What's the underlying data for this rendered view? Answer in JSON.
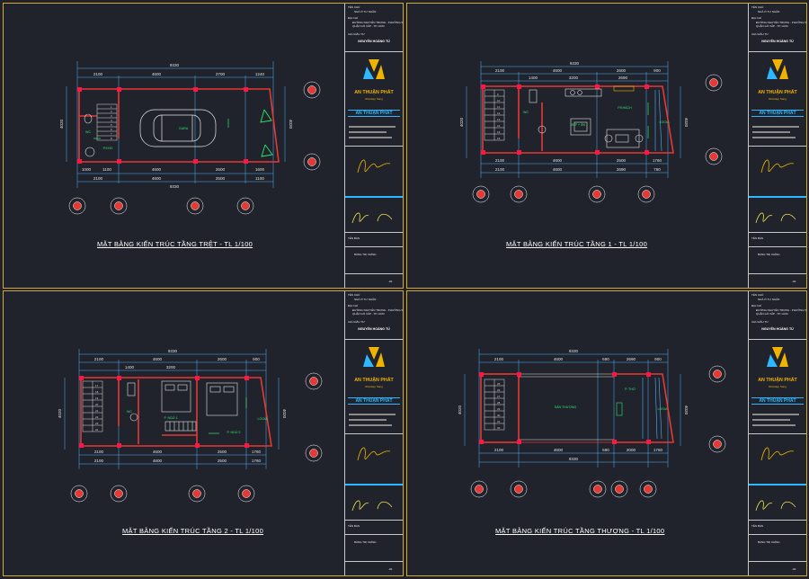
{
  "titleblock": {
    "label_owner": "TÊN CHỦ",
    "project": "NHÀ Ở TƯ NHÂN",
    "label_address": "ĐỊA CHỈ",
    "address_line1": "ĐƯỜNG NGUYỄN TRỌNG - PHƯỜNG 5",
    "address_line2": "QUẬN GÒ VẤP - TP. HCM",
    "label_designer": "CHỦ ĐẦU TƯ",
    "owner_name": "NGUYỄN HOÀNG TÚ",
    "brand": "AN THUẬN PHÁT",
    "slogan": "Nhà Đẹp Sang",
    "brand_secondary": "AN THUẬN PHÁT",
    "label_drawing_no": "TÊN BẢN",
    "label_scale": "BẢNG TRỊ CHÍNH",
    "page_no": "-02"
  },
  "sheets": [
    {
      "title": "MẶT BẰNG KIẾN TRÚC TẦNG TRỆT - TL 1/100",
      "dims_top": [
        "9330",
        "2100",
        "4600",
        "2700",
        "1240"
      ],
      "dims_bottom": [
        "1000",
        "1100",
        "4600",
        "2600",
        "1600",
        "2100",
        "4600",
        "2500",
        "1100",
        "9330"
      ],
      "dims_side": [
        "4020",
        "4020"
      ],
      "rooms": [
        "GARA",
        "WC",
        "P.KHO"
      ],
      "stair_numbers": [
        "1",
        "2",
        "3",
        "4",
        "5",
        "6",
        "7",
        "8"
      ]
    },
    {
      "title": "MẶT BẰNG KIẾN TRÚC TẦNG 1 - TL 1/100",
      "dims_top": [
        "9330",
        "2100",
        "4600",
        "2600",
        "900",
        "1400",
        "3200",
        "2690"
      ],
      "dims_bottom": [
        "2100",
        "4600",
        "2500",
        "1760",
        "2100",
        "4600",
        "2690",
        "760"
      ],
      "dims_side": [
        "4020",
        "4020"
      ],
      "rooms": [
        "WC",
        "BẾP + ĂN",
        "P.KHÁCH",
        "LOGIA"
      ],
      "stair_numbers": [
        "9",
        "10",
        "11",
        "12",
        "13",
        "14",
        "15",
        "16"
      ]
    },
    {
      "title": "MẶT BẰNG KIẾN TRÚC TẦNG 2 - TL 1/100",
      "dims_top": [
        "9330",
        "2100",
        "4600",
        "2600",
        "900",
        "1400",
        "3200"
      ],
      "dims_bottom": [
        "2100",
        "4600",
        "2500",
        "1760",
        "2100",
        "4600",
        "2500",
        "1760"
      ],
      "dims_side": [
        "4020",
        "4020"
      ],
      "rooms": [
        "WC",
        "P. NGỦ 1",
        "P. NGỦ 2",
        "LOGIA"
      ],
      "stair_numbers": [
        "17",
        "18",
        "19",
        "20",
        "21",
        "22",
        "23",
        "24"
      ]
    },
    {
      "title": "MẶT BẰNG KIẾN TRÚC TẦNG THƯỢNG - TL 1/100",
      "dims_top": [
        "9330",
        "2100",
        "4600",
        "690",
        "2690",
        "900"
      ],
      "dims_bottom": [
        "2100",
        "4600",
        "690",
        "2000",
        "1760",
        "9330"
      ],
      "dims_side": [
        "4020",
        "4020"
      ],
      "rooms": [
        "SÂN THƯỢNG",
        "P. THỜ",
        "LOGIA"
      ],
      "stair_numbers": [
        "25",
        "26",
        "27",
        "28",
        "29",
        "30",
        "31",
        "32"
      ]
    }
  ]
}
